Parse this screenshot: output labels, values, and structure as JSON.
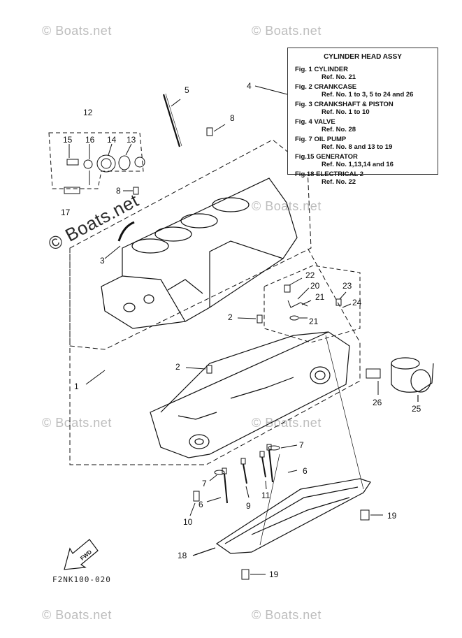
{
  "watermark": "© Boats.net",
  "legend": {
    "title": "CYLINDER HEAD ASSY",
    "entries": [
      {
        "fig": "Fig.  1 CYLINDER",
        "ref": "Ref. No. 21"
      },
      {
        "fig": "Fig.  2 CRANKCASE",
        "ref": "Ref. No. 1 to 3, 5 to 24 and 26"
      },
      {
        "fig": "Fig.  3 CRANKSHAFT & PISTON",
        "ref": "Ref. No. 1 to 10"
      },
      {
        "fig": "Fig.  4 VALVE",
        "ref": "Ref. No. 28"
      },
      {
        "fig": "Fig.  7 OIL PUMP",
        "ref": "Ref. No. 8 and 13 to 19"
      },
      {
        "fig": "Fig.15 GENERATOR",
        "ref": "Ref. No. 1,13,14 and 16"
      },
      {
        "fig": "Fig.18 ELECTRICAL 2",
        "ref": "Ref. No. 22"
      }
    ]
  },
  "callouts": {
    "c1": "1",
    "c2a": "2",
    "c2b": "2",
    "c3": "3",
    "c4": "4",
    "c5": "5",
    "c6a": "6",
    "c6b": "6",
    "c7a": "7",
    "c7b": "7",
    "c8a": "8",
    "c8b": "8",
    "c9": "9",
    "c10": "10",
    "c11": "11",
    "c12": "12",
    "c13": "13",
    "c14": "14",
    "c15": "15",
    "c16": "16",
    "c17": "17",
    "c18": "18",
    "c19a": "19",
    "c19b": "19",
    "c20": "20",
    "c21a": "21",
    "c21b": "21",
    "c22": "22",
    "c23": "23",
    "c24": "24",
    "c25": "25",
    "c26": "26"
  },
  "fwd_label": "FWD",
  "drawing_code": "F2NK100-020"
}
